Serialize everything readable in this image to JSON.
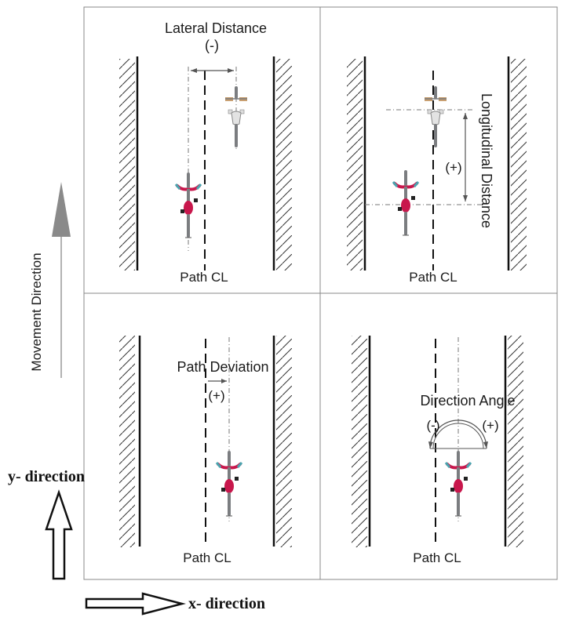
{
  "panels": {
    "top_left": {
      "title": "Lateral Distance",
      "sign": "(-)",
      "path_label": "Path CL"
    },
    "top_right": {
      "title": "Longitudinal Distance",
      "sign": "(+)",
      "path_label": "Path CL"
    },
    "bottom_left": {
      "title": "Path Deviation",
      "sign": "(+)",
      "path_label": "Path CL"
    },
    "bottom_right": {
      "title": "Direction  Angle",
      "sign_left": "(-)",
      "sign_right": "(+)",
      "path_label": "Path CL"
    }
  },
  "movement_direction": "Movement Direction",
  "axes": {
    "y_label": "y- direction",
    "x_label": "x- direction"
  },
  "colors": {
    "line": "#111111",
    "dim_line": "#555555",
    "hatch": "#333333",
    "bike_frame": "#7b7d80",
    "bike_accent": "#c8174c",
    "bike_teal": "#4aa6b0",
    "bike_tan": "#c9a072",
    "arrow_fill": "#8a8a8a"
  },
  "icons": {
    "bicycle": "bicycle-icon",
    "movement_arrow": "up-arrow-icon",
    "y_arrow": "outline-up-arrow-icon",
    "x_arrow": "outline-right-arrow-icon"
  }
}
